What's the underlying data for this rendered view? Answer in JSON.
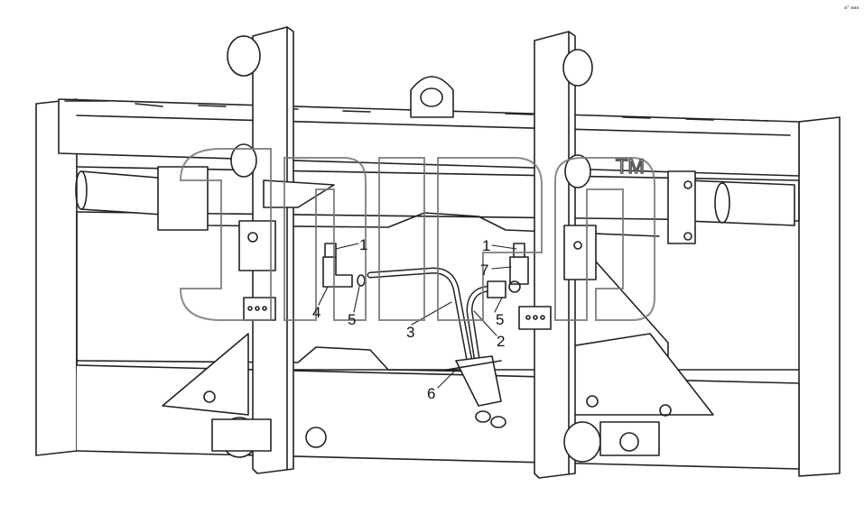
{
  "diagram": {
    "part_labels": [
      "1",
      "1",
      "7",
      "4",
      "5",
      "5",
      "3",
      "2",
      "6"
    ],
    "watermark": {
      "logo_text": "gmsp",
      "trademark": "TM"
    },
    "corner_mark": "a° aaa"
  }
}
